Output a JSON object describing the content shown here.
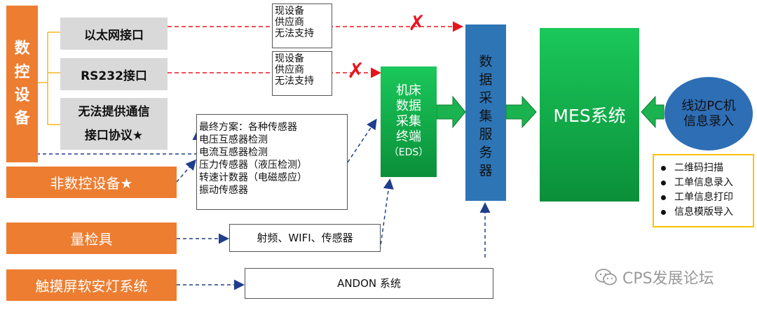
{
  "cnc": {
    "label_chars": [
      "数",
      "控",
      "设",
      "备"
    ],
    "ports": [
      "以太网接口",
      "RS232接口"
    ],
    "no_comm_lines": [
      "无法提供通信",
      "接口协议★"
    ]
  },
  "non_cnc": {
    "label": "非数控设备★"
  },
  "gauge": {
    "label": "量检具"
  },
  "andon_system": {
    "label": "触摸屏软安灯系统"
  },
  "vendor_note": {
    "lines": [
      "现设备",
      "供应商",
      "无法支持"
    ]
  },
  "final_plan": {
    "lines": [
      "最终方案：各种传感器",
      "电压互感器检测",
      "电流互感器检测",
      "压力传感器（液压检测）",
      "转速计数器（电磁感应）",
      "振动传感器"
    ]
  },
  "rf_box": {
    "label": "射频、WIFI、传感器"
  },
  "andon_box": {
    "label": "ANDON 系统"
  },
  "eds": {
    "lines": [
      "机床",
      "数据",
      "采集",
      "终端",
      "（EDS）"
    ]
  },
  "server": {
    "chars": [
      "数",
      "据",
      "采",
      "集",
      "服",
      "务",
      "器"
    ]
  },
  "mes": {
    "label": "MES系统"
  },
  "pc": {
    "lines": [
      "线边PC机",
      "信息录入"
    ]
  },
  "pc_functions": {
    "items": [
      "二维码扫描",
      "工单信息录入",
      "工单信息打印",
      "信息模版导入"
    ]
  },
  "watermark": {
    "text": "CPS发展论坛"
  },
  "colors": {
    "orange": "#ED7D31",
    "green": "#1AC85A",
    "blue": "#2E75B6",
    "pc_blue": "#2E6EB5",
    "red": "#E8151F",
    "grey": "#D9D9D9",
    "yellow": "#FFC000"
  }
}
